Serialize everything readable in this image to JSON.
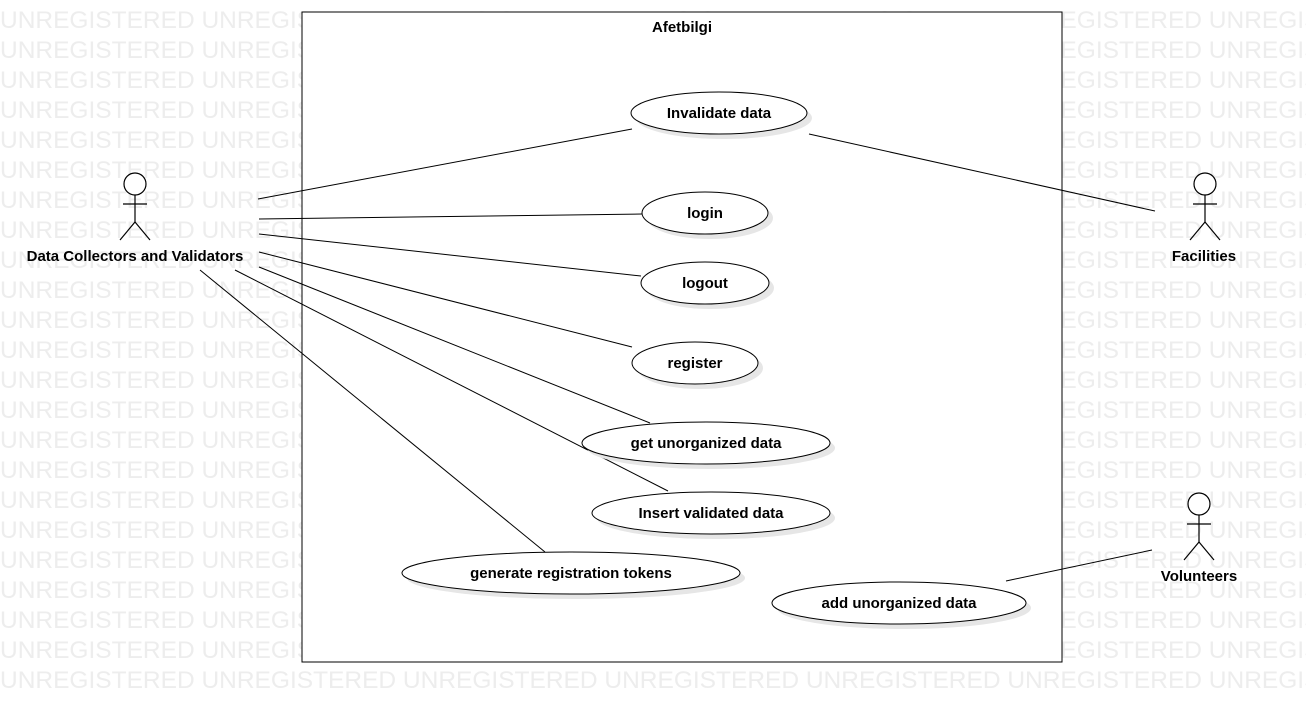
{
  "watermark": {
    "text": "UNREGISTERED",
    "color": "#ededed"
  },
  "system": {
    "title": "Afetbilgi"
  },
  "actors": {
    "collectors": {
      "label": "Data Collectors and Validators"
    },
    "facilities": {
      "label": "Facilities"
    },
    "volunteers": {
      "label": "Volunteers"
    }
  },
  "use_cases": {
    "invalidate": {
      "label": "Invalidate data"
    },
    "login": {
      "label": "login"
    },
    "logout": {
      "label": "logout"
    },
    "register": {
      "label": "register"
    },
    "get_unorganized": {
      "label": "get unorganized data"
    },
    "insert_validated": {
      "label": "Insert validated data"
    },
    "generate_tokens": {
      "label": "generate registration tokens"
    },
    "add_unorganized": {
      "label": "add unorganized data"
    }
  },
  "associations": [
    {
      "actor": "collectors",
      "use_case": "invalidate"
    },
    {
      "actor": "collectors",
      "use_case": "login"
    },
    {
      "actor": "collectors",
      "use_case": "logout"
    },
    {
      "actor": "collectors",
      "use_case": "register"
    },
    {
      "actor": "collectors",
      "use_case": "get_unorganized"
    },
    {
      "actor": "collectors",
      "use_case": "insert_validated"
    },
    {
      "actor": "collectors",
      "use_case": "generate_tokens"
    },
    {
      "actor": "facilities",
      "use_case": "invalidate"
    },
    {
      "actor": "volunteers",
      "use_case": "add_unorganized"
    }
  ]
}
